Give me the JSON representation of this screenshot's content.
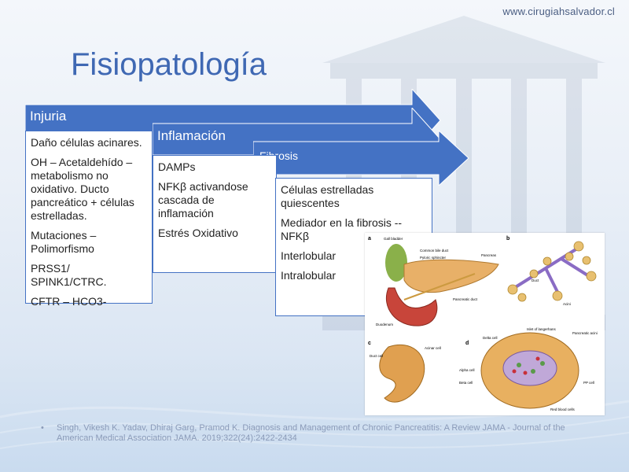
{
  "header": {
    "site_url": "www.cirugiahsalvador.cl",
    "title": "Fisiopatología"
  },
  "stages": [
    {
      "label": "Injuria",
      "items": [
        "Daño células acinares.",
        "OH – Acetaldehído – metabolismo no oxidativo. Ducto pancreático + células estrelladas.",
        "Mutaciones – Polimorfismo",
        "PRSS1/ SPINK1/CTRC.",
        "CFTR – HCO3-"
      ]
    },
    {
      "label": "Inflamación",
      "items": [
        "DAMPs",
        "NFKβ activandose cascada de inflamación",
        "Estrés Oxidativo"
      ]
    },
    {
      "label": "Fibrosis",
      "items": [
        "Células estrelladas quiescentes",
        "Mediador en la fibrosis -- NFKβ",
        "Interlobular",
        "Intralobular"
      ]
    }
  ],
  "figure": {
    "panels": [
      "a",
      "b",
      "c",
      "d"
    ],
    "labels_a": [
      "Gall bladder",
      "Common bile duct",
      "Pyloric sphincter",
      "Pancreas",
      "Pancreatic duct",
      "Duodenum"
    ],
    "labels_b": [
      "Duct",
      "Acini"
    ],
    "labels_c": [
      "Acinar cell",
      "Duct cell"
    ],
    "labels_d": [
      "Delta cell",
      "Islet of langerhans",
      "Pancreatic acini",
      "Alpha cell",
      "Beta cell",
      "PP cell",
      "Red blood cells"
    ]
  },
  "reference": {
    "bullet": "•",
    "text": "Singh, Vikesh K. Yadav, Dhiraj Garg, Pramod K. Diagnosis and Management of Chronic Pancreatitis: A Review JAMA - Journal of the American Medical Association JAMA. 2019;322(24):2422-2434"
  },
  "colors": {
    "arrow": "#4472c4",
    "title": "#3f68b3",
    "box_border": "#4472c4"
  }
}
